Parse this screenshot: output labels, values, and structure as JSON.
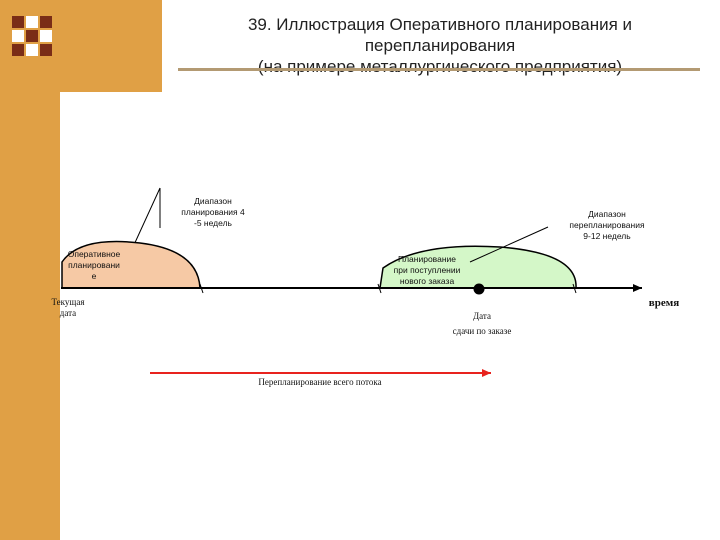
{
  "title": {
    "line1": "39. Иллюстрация Оперативного планирования и",
    "line2": "перепланирования",
    "line3": "(на примере металлургического предприятия)"
  },
  "labels": {
    "planning_range": [
      "Диапазон",
      "планирования 4",
      "-5 недель"
    ],
    "replanning_range": [
      "Диапазон",
      "перепланирования",
      "9-12 недель"
    ],
    "operational_planning": [
      "Оперативное",
      "планировани",
      "е"
    ],
    "new_order_planning": [
      "Планирование",
      "при поступлении",
      "нового заказа"
    ],
    "current_date": [
      "Текущая",
      "дата"
    ],
    "delivery_date": [
      "Дата",
      "сдачи по заказе"
    ],
    "time": "время",
    "full_flow_replanning": "Перепланирование всего потока"
  },
  "colors": {
    "accent_orange": "#e0a045",
    "logo_dark": "#7a2d17",
    "operational_fill": "#f6c9a5",
    "new_order_fill": "#d4f7c8",
    "arrow_red": "#e8231e"
  }
}
